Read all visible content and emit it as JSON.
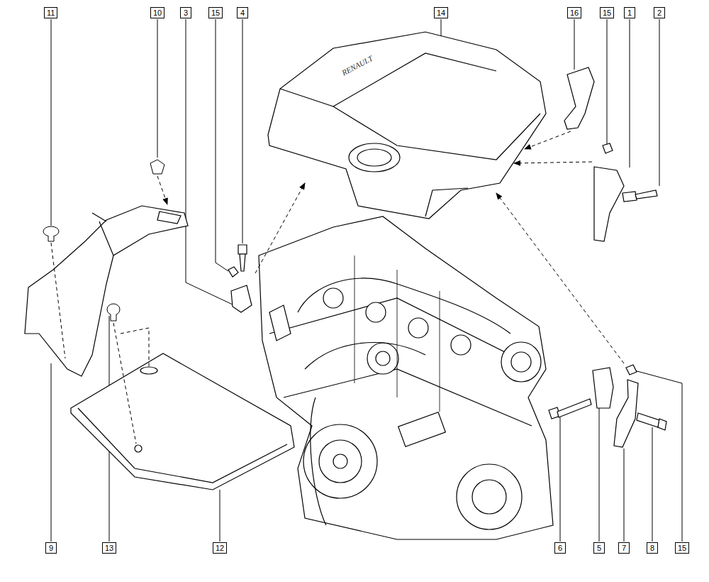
{
  "diagram": {
    "nodes": [
      {
        "text": [
          "11"
        ]
      },
      {
        "text": [
          "10"
        ]
      },
      {
        "text": [
          "3"
        ]
      },
      {
        "text": [
          "15"
        ]
      },
      {
        "text": [
          "4"
        ]
      },
      {
        "text": [
          "14"
        ]
      },
      {
        "text": [
          "16"
        ]
      },
      {
        "text": [
          "15"
        ]
      },
      {
        "text": [
          "1"
        ]
      },
      {
        "text": [
          "2"
        ]
      },
      {
        "text": [
          "9"
        ]
      },
      {
        "text": [
          "13"
        ]
      },
      {
        "text": [
          "12"
        ]
      },
      {
        "text": [
          "6"
        ]
      },
      {
        "text": [
          "5"
        ]
      },
      {
        "text": [
          "7"
        ]
      },
      {
        "text": [
          "8"
        ]
      },
      {
        "text": [
          "15"
        ]
      }
    ],
    "labels": [
      "RENAULT"
    ]
  }
}
